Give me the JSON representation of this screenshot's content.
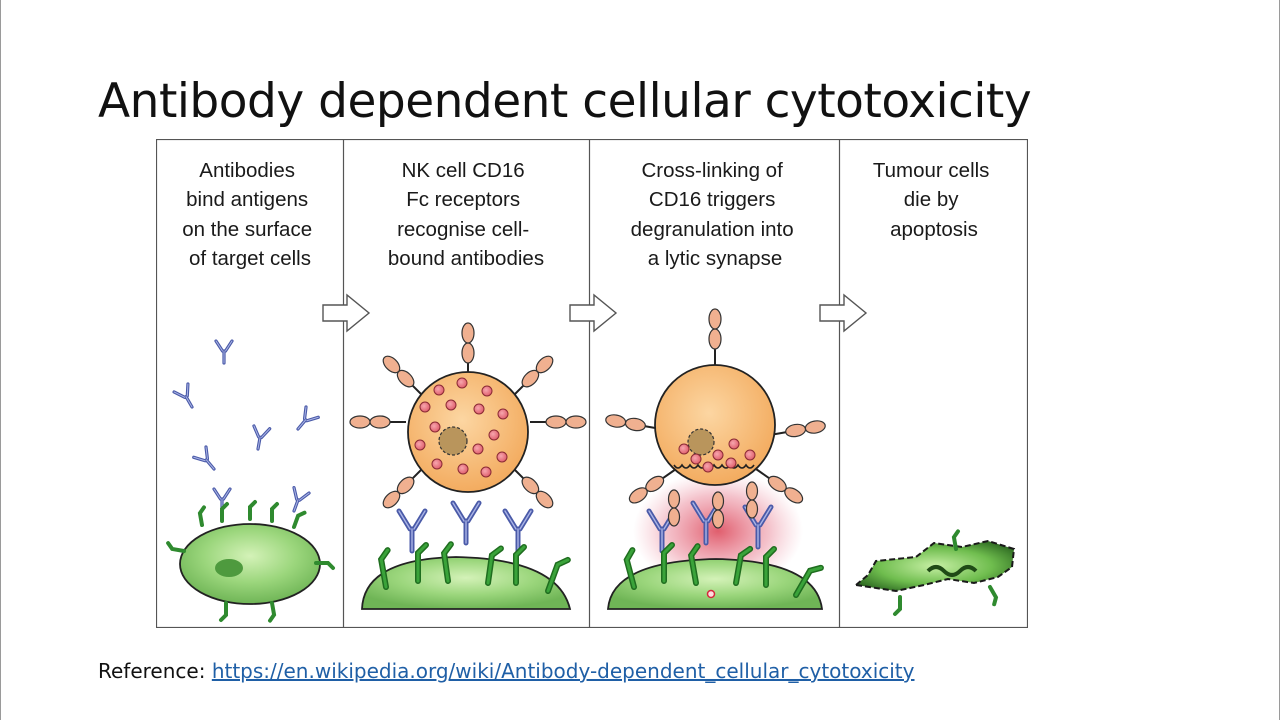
{
  "slide": {
    "title": "Antibody dependent cellular cytotoxicity",
    "reference_label": "Reference:",
    "reference_url": "https://en.wikipedia.org/wiki/Antibody-dependent_cellular_cytotoxicity"
  },
  "panels": [
    {
      "lines": [
        "Antibodies",
        "bind antigens",
        "on the surface",
        "of target cells"
      ]
    },
    {
      "lines": [
        "NK cell CD16",
        "Fc receptors",
        "recognise cell-",
        "bound antibodies"
      ]
    },
    {
      "lines": [
        "Cross-linking of",
        "CD16 triggers",
        "degranulation into",
        "a lytic synapse"
      ]
    },
    {
      "lines": [
        "Tumour cells",
        "die by",
        "apoptosis"
      ]
    }
  ],
  "colors": {
    "nk_cell": "#f6b56a",
    "granule": "#e8747f",
    "target_cell": "#86c96a",
    "antigen": "#2f8a2f",
    "antibody": "#4a5aa8",
    "receptor": "#e8a47e",
    "synapse": "#d6283c",
    "link": "#1f5fa6"
  }
}
